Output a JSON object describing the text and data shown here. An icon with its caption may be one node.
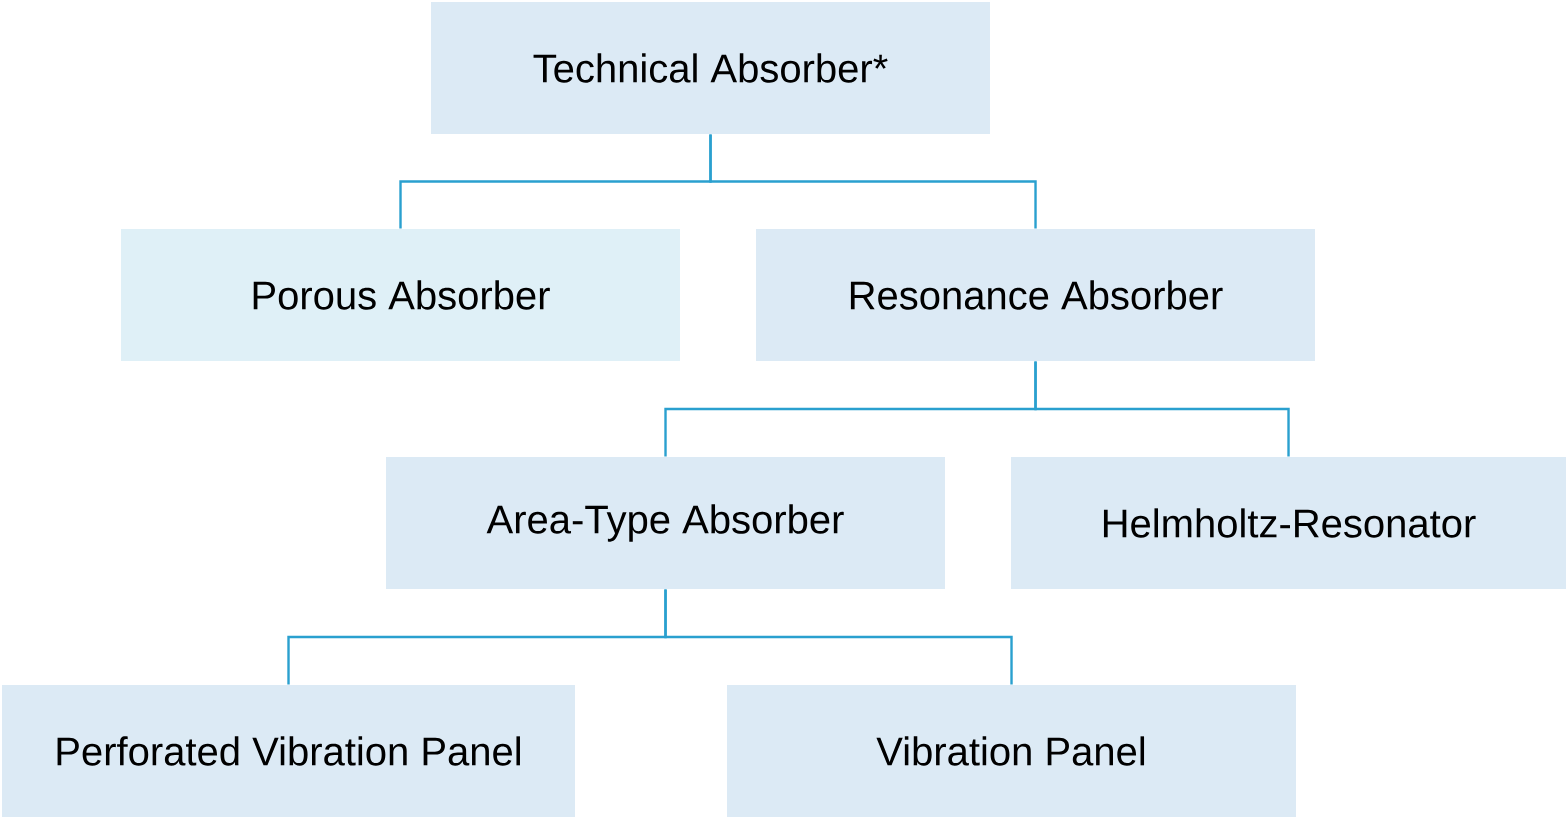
{
  "diagram": {
    "nodes": [
      {
        "text": [
          "Technical Absorber*"
        ]
      },
      {
        "text": [
          "Porous Absorber"
        ]
      },
      {
        "text": [
          "Resonance Absorber"
        ]
      },
      {
        "text": [
          "Area-Type Absorber"
        ]
      },
      {
        "text": [
          "Helmholtz-Resonator"
        ]
      },
      {
        "text": [
          "Perforated Vibration Panel"
        ]
      },
      {
        "text": [
          "Vibration Panel"
        ]
      }
    ],
    "edges": [
      {
        "from": 0,
        "to": 1,
        "arrow": "none"
      },
      {
        "from": 0,
        "to": 2,
        "arrow": "none"
      },
      {
        "from": 2,
        "to": 3,
        "arrow": "none"
      },
      {
        "from": 2,
        "to": 4,
        "arrow": "none"
      },
      {
        "from": 3,
        "to": 5,
        "arrow": "none"
      },
      {
        "from": 3,
        "to": 6,
        "arrow": "none"
      }
    ]
  }
}
